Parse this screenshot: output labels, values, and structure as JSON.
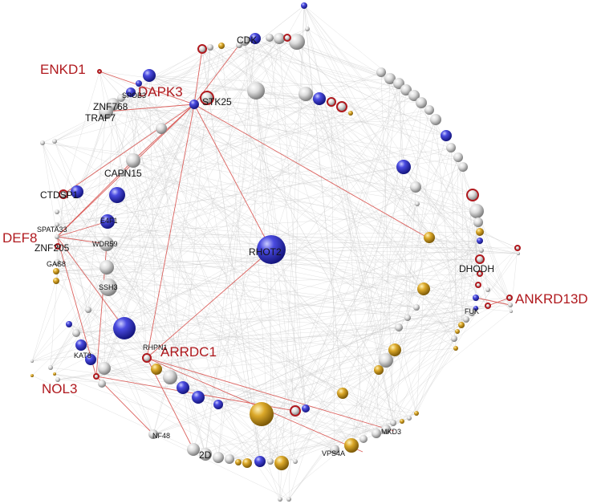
{
  "colors": {
    "blue": "#2e2fc4",
    "gray": "#c9c9c9",
    "gold": "#d4a020",
    "highlight": "#b0191e",
    "edge": "#c8c8c8",
    "red_edge": "#d9534f"
  },
  "hub_labels": [
    {
      "id": "ENKD1",
      "text": "ENKD1"
    },
    {
      "id": "DAPK3",
      "text": "DAPK3"
    },
    {
      "id": "DEF8",
      "text": "DEF8"
    },
    {
      "id": "ARRDC1",
      "text": "ARRDC1"
    },
    {
      "id": "NOL3",
      "text": "NOL3"
    },
    {
      "id": "ANKRD13D",
      "text": "ANKRD13D"
    }
  ],
  "node_labels": [
    {
      "id": "CDK",
      "text": "CDK"
    },
    {
      "id": "SPOB3",
      "text": "SPOB3"
    },
    {
      "id": "ZNF768",
      "text": "ZNF768"
    },
    {
      "id": "TRAF7",
      "text": "TRAF7"
    },
    {
      "id": "STK25",
      "text": "STK25"
    },
    {
      "id": "CAPN15",
      "text": "CAPN15"
    },
    {
      "id": "CTDSP1",
      "text": "CTDSP1"
    },
    {
      "id": "E4F1",
      "text": "E4F1"
    },
    {
      "id": "SPATA33",
      "text": "SPATA33"
    },
    {
      "id": "ZNF205",
      "text": "ZNF205"
    },
    {
      "id": "WDR59",
      "text": "WDR59"
    },
    {
      "id": "GAS8",
      "text": "GAS8"
    },
    {
      "id": "SSH3",
      "text": "SSH3"
    },
    {
      "id": "RHOT2",
      "text": "RHOT2"
    },
    {
      "id": "DHODH",
      "text": "DHODH"
    },
    {
      "id": "FUK",
      "text": "FUK"
    },
    {
      "id": "KAT8",
      "text": "KAT8"
    },
    {
      "id": "RHPN1",
      "text": "RHPN1"
    },
    {
      "id": "NF48",
      "text": "NF48"
    },
    {
      "id": "2D",
      "text": "2D"
    },
    {
      "id": "VPS4A",
      "text": "VPS4A"
    },
    {
      "id": "MKD3",
      "text": "MKD3"
    }
  ]
}
